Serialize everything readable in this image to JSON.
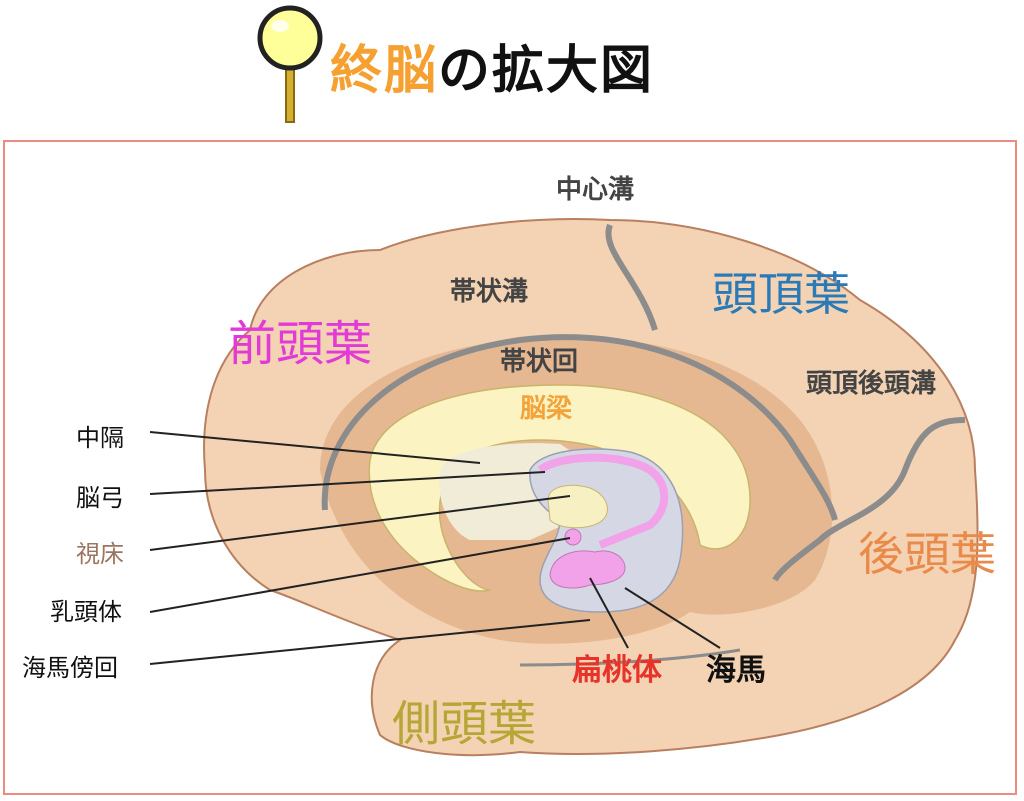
{
  "title": {
    "highlight": "終脳",
    "rest": "の拡大図",
    "highlight_color": "#f5a030",
    "rest_color": "#111111",
    "icon": "magnifier-icon"
  },
  "frame_color": "#ee8b80",
  "colors": {
    "cortex": "#f3d3b3",
    "cingulate": "#e6b892",
    "corpus_callosum": "#fbf3c2",
    "septum": "#f0ecd8",
    "hippocampus": "#d5d8e4",
    "amygdala": "#f1a2e8",
    "sulcus": "#8c8c8c",
    "outline": "#b87f60"
  },
  "labels": {
    "central_sulcus": "中心溝",
    "cingulate_sulcus": "帯状溝",
    "cingulate_gyrus": "帯状回",
    "corpus_callosum": "脳梁",
    "frontal_lobe": "前頭葉",
    "parietal_lobe": "頭頂葉",
    "parieto_occipital_sulcus": "頭頂後頭溝",
    "occipital_lobe": "後頭葉",
    "temporal_lobe": "側頭葉",
    "septum": "中隔",
    "fornix": "脳弓",
    "thalamus": "視床",
    "mammillary_body": "乳頭体",
    "parahippocampal_gyrus": "海馬傍回",
    "amygdala": "扁桃体",
    "hippocampus": "海馬"
  },
  "label_colors": {
    "dark": "#444444",
    "black": "#111111",
    "frontal": "#e23ad6",
    "parietal": "#2a7ab8",
    "occipital": "#e98a4a",
    "temporal": "#b5a635",
    "callosum": "#f2a33a",
    "thalamus": "#9b7560",
    "red": "#e8332a"
  }
}
